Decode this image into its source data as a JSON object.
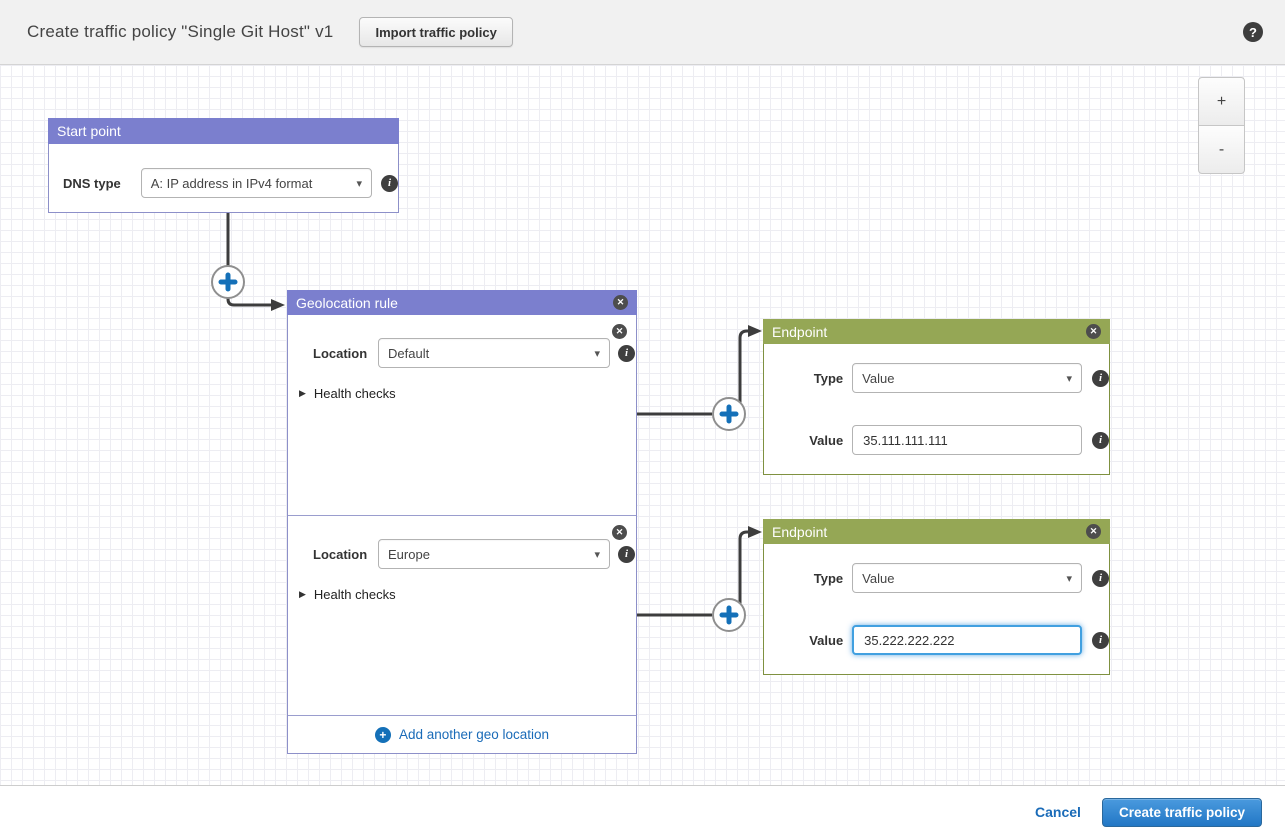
{
  "header": {
    "title": "Create traffic policy \"Single Git Host\" v1",
    "import_button_label": "Import traffic policy",
    "help_icon_glyph": "?"
  },
  "canvas_controls": {
    "zoom_in_label": "+",
    "zoom_out_label": "-"
  },
  "icons": {
    "dropdown_arrow": "▾",
    "close": "✕",
    "info": "i",
    "collapsed_caret": "▶",
    "add_plus": "+"
  },
  "start_point": {
    "title": "Start point",
    "dns_type_label": "DNS type",
    "dns_type_value": "A: IP address in IPv4 format"
  },
  "geolocation_rule": {
    "title": "Geolocation rule",
    "sections": [
      {
        "location_label": "Location",
        "location_value": "Default",
        "health_checks_label": "Health checks"
      },
      {
        "location_label": "Location",
        "location_value": "Europe",
        "health_checks_label": "Health checks"
      }
    ],
    "add_location_label": "Add another geo location"
  },
  "endpoints": [
    {
      "title": "Endpoint",
      "type_label": "Type",
      "type_value": "Value",
      "value_label": "Value",
      "value_text": "35.111.111.111"
    },
    {
      "title": "Endpoint",
      "type_label": "Type",
      "type_value": "Value",
      "value_label": "Value",
      "value_text": "35.222.222.222"
    }
  ],
  "footer": {
    "cancel_label": "Cancel",
    "create_label": "Create traffic policy"
  },
  "colors": {
    "rule_header_purple": "#7b7fce",
    "endpoint_header_green": "#95a755",
    "primary_button_blue": "#2f83cd",
    "link_blue": "#1a6bb8",
    "connector_dark": "#3d3d3d",
    "plus_blue": "#1470b8"
  }
}
